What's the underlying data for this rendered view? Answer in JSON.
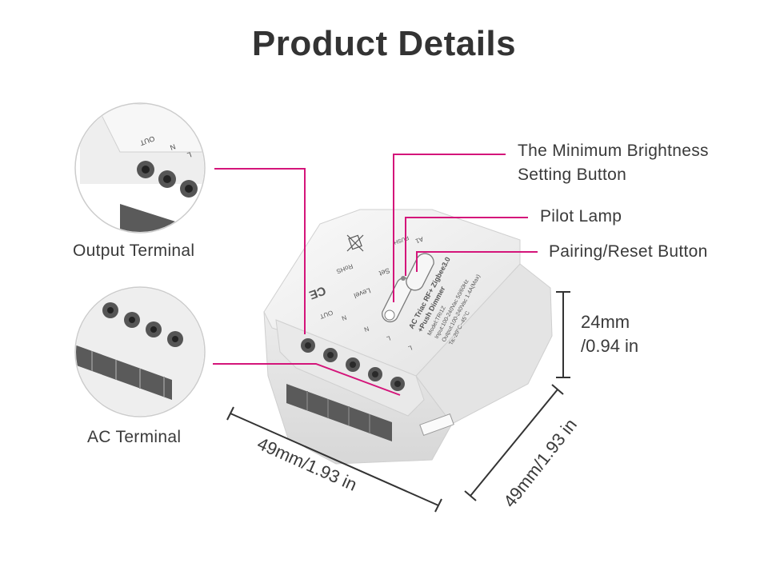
{
  "title": "Product Details",
  "callouts": {
    "min_brightness_line1": "The Minimum Brightness",
    "min_brightness_line2": "Setting Button",
    "pilot_lamp": "Pilot Lamp",
    "pairing_reset": "Pairing/Reset Button",
    "output_terminal": "Output Terminal",
    "ac_terminal": "AC Terminal"
  },
  "dimensions": {
    "height_line1": "24mm",
    "height_line2": "/0.94 in",
    "width": "49mm/1.93 in",
    "depth": "49mm/1.93 in"
  },
  "device_printing": {
    "model_line1": "AC Triac RF+ Zigbee3.0",
    "model_line2": "+Push Dimmer",
    "spec_line1": "Model:TRI1Z",
    "spec_line2": "Input:100-240Vac 50/60Hz",
    "spec_line3": "Output:100-240Vac 1.4A(Max)",
    "spec_line4": "Ta:-20°C~45°C",
    "set_label": "Set",
    "level_label": "Level",
    "push_label": "PUSH",
    "a1_label": "A1",
    "out_label": "OUT",
    "n_label": "N",
    "l_label": "L",
    "rohs": "RoHS",
    "ce": "CE"
  },
  "colors": {
    "callout_line": "#d4157a",
    "dimension_line": "#333333",
    "device_body": "#f1f1f1",
    "terminal_dark": "#555555"
  }
}
